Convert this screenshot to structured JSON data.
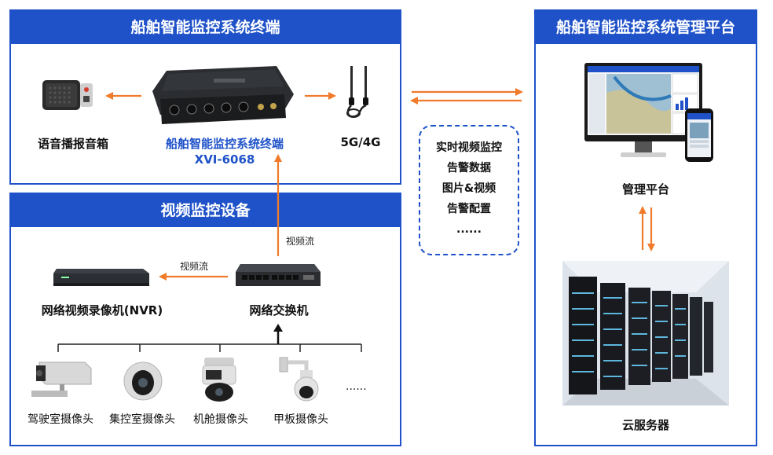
{
  "terminal_panel": {
    "title": "船舶智能监控系统终端",
    "speaker_label": "语音播报音箱",
    "terminal_name": "船舶智能监控系统终端",
    "terminal_model": "XVI-6068",
    "antenna_label": "5G/4G"
  },
  "video_panel": {
    "title": "视频监控设备",
    "nvr_label": "网络视频录像机(NVR)",
    "switch_label": "网络交换机",
    "stream_up_label": "视频流",
    "stream_left_label": "视频流",
    "cameras": [
      {
        "label": "驾驶室摄像头"
      },
      {
        "label": "集控室摄像头"
      },
      {
        "label": "机舱摄像头"
      },
      {
        "label": "甲板摄像头"
      }
    ],
    "more": "......"
  },
  "info_box": {
    "items": [
      "实时视频监控",
      "告警数据",
      "图片&视频",
      "告警配置",
      "......"
    ]
  },
  "platform_panel": {
    "title": "船舶智能监控系统管理平台",
    "platform_label": "管理平台",
    "cloud_label": "云服务器"
  },
  "colors": {
    "panel_blue": "#1f52c9",
    "arrow_orange": "#f07b2a"
  }
}
